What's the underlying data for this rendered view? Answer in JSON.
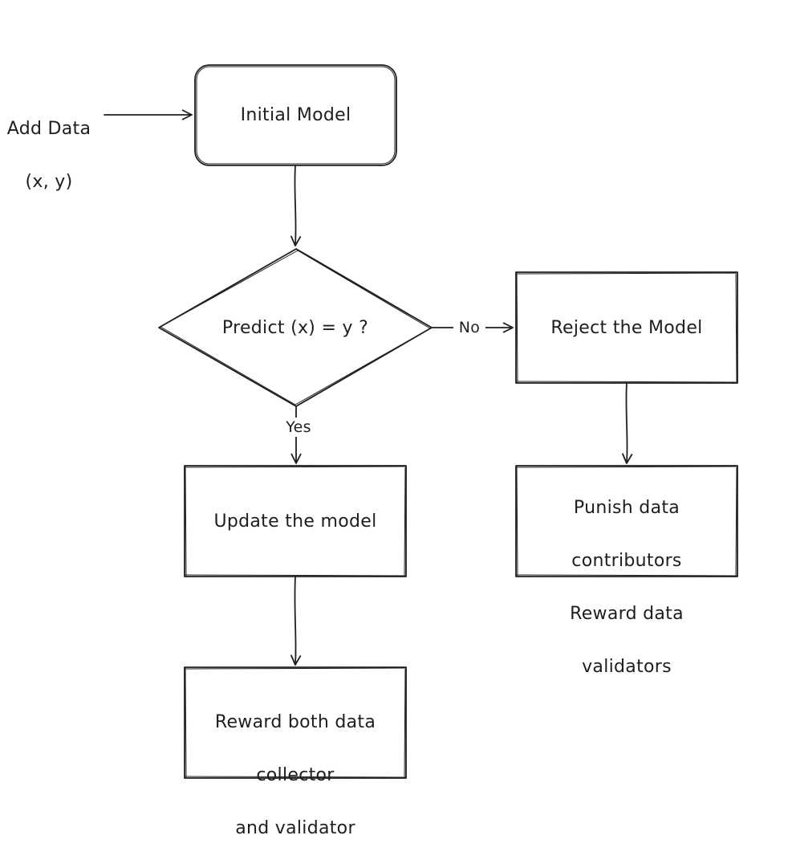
{
  "nodes": {
    "input": {
      "lines": [
        "Add Data",
        "(x, y)"
      ]
    },
    "initial_model": {
      "text": "Initial Model"
    },
    "decision": {
      "text": "Predict (x) = y ?"
    },
    "reject": {
      "text": "Reject the Model"
    },
    "update": {
      "text": "Update the model"
    },
    "punish": {
      "lines": [
        "Punish data",
        "contributors",
        "Reward data",
        "validators"
      ]
    },
    "reward_both": {
      "lines": [
        "Reward both data",
        "collector",
        "and validator"
      ]
    }
  },
  "edges": {
    "no_label": "No",
    "yes_label": "Yes"
  },
  "colors": {
    "stroke": "#1e1e1e",
    "background": "#ffffff"
  }
}
